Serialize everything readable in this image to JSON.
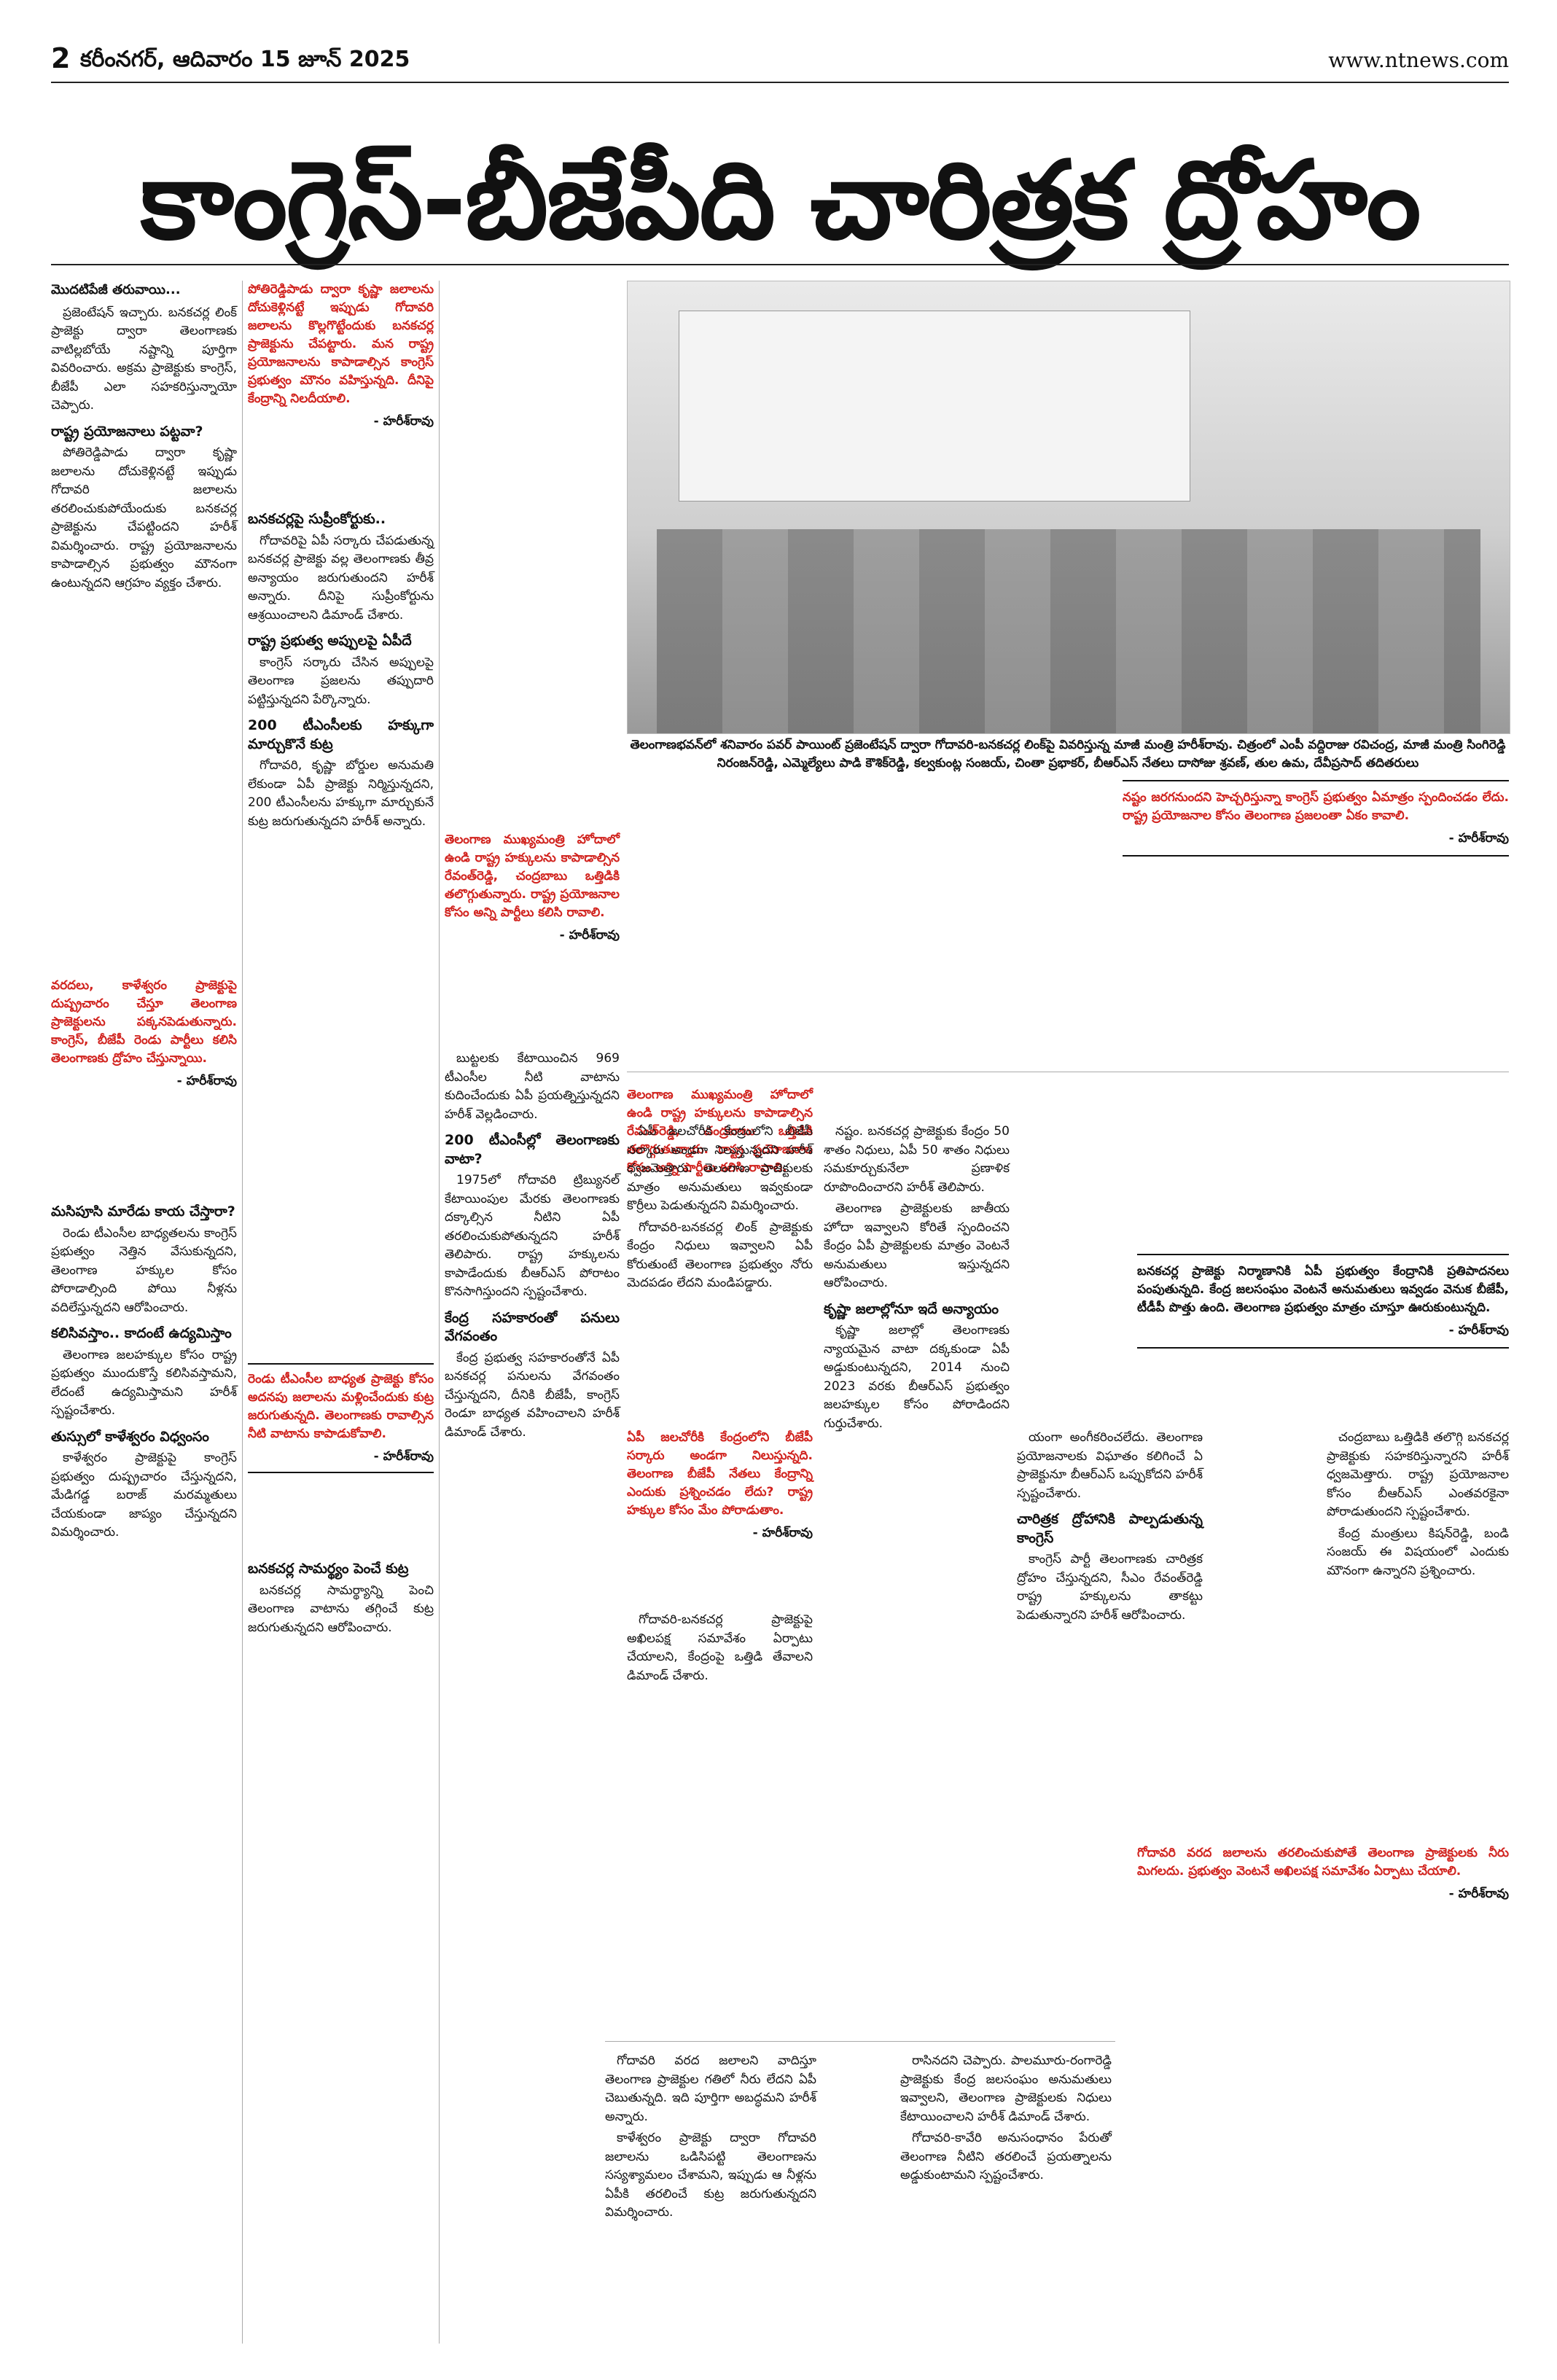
{
  "masthead": {
    "page_number": "2",
    "dateline": "కరీంనగర్, ఆదివారం 15 జూన్ 2025",
    "url": "www.ntnews.com"
  },
  "headline": "కాంగ్రెస్-బీజేపీది చారిత్రక ద్రోహం",
  "photo": {
    "caption": "తెలంగాణభవన్‌లో శనివారం పవర్ పాయింట్ ప్రజెంటేషన్ ద్వారా గోదావరి-బనకచర్ల లింక్‌పై వివరిస్తున్న మాజీ మంత్రి హరీశ్‌రావు. చిత్రంలో ఎంపీ వద్దిరాజు రవిచంద్ర, మాజీ మంత్రి సింగిరెడ్డి నిరంజన్‌రెడ్డి, ఎమ్మెల్యేలు పాడి కౌశిక్‌రెడ్డి, కల్వకుంట్ల సంజయ్, చింతా ప్రభాకర్, బీఆర్‌ఎస్ నేతలు దాసోజు శ్రవణ్, తుల ఉమ, దేవీప్రసాద్ తదితరులు"
  },
  "col1": {
    "kicker": "మొదటిపేజీ తరువాయి...",
    "p1": "ప్రజెంటేషన్ ఇచ్చారు. బనకచర్ల లింక్ ప్రాజెక్టు ద్వారా తెలంగాణకు వాటిల్లబోయే నష్టాన్ని పూర్తిగా వివరించారు. అక్రమ ప్రాజెక్టుకు కాంగ్రెస్, బీజేపీ ఎలా సహకరిస్తున్నాయో చెప్పారు.",
    "h1": "రాష్ట్ర ప్రయోజనాలు పట్టవా?",
    "p2": "పోతిరెడ్డిపాడు ద్వారా కృష్ణా జలాలను దోచుకెళ్లినట్టే ఇప్పుడు గోదావరి జలాలను తరలించుకుపోయేందుకు బనకచర్ల ప్రాజెక్టును చేపట్టిందని హరీశ్ విమర్శించారు. రాష్ట్ర ప్రయోజనాలను కాపాడాల్సిన ప్రభుత్వం మౌనంగా ఉంటున్నదని ఆగ్రహం వ్యక్తం చేశారు.",
    "h2": "మసిపూసి మారేడు కాయ చేస్తారా?",
    "p3": "రెండు టీఎంసీల బాధ్యతలను కాంగ్రెస్ ప్రభుత్వం నెత్తిన వేసుకున్నదని, తెలంగాణ హక్కుల కోసం పోరాడాల్సింది పోయి నీళ్లను వదిలేస్తున్నదని ఆరోపించారు.",
    "h3": "కలిసివస్తాం.. కాదంటే ఉద్యమిస్తాం",
    "p4": "తెలంగాణ జలహక్కుల కోసం రాష్ట్ర ప్రభుత్వం ముందుకొస్తే కలిసివస్తామని, లేదంటే ఉద్యమిస్తామని హరీశ్ స్పష్టంచేశారు.",
    "h4": "తుస్సులో కాళేశ్వరం విధ్వంసం",
    "p5": "కాళేశ్వరం ప్రాజెక్టుపై కాంగ్రెస్ ప్రభుత్వం దుష్ప్రచారం చేస్తున్నదని, మేడిగడ్డ బరాజ్ మరమ్మతులు చేయకుండా జాప్యం చేస్తున్నదని విమర్శించారు."
  },
  "col2": {
    "h1": "బనకచర్లపై సుప్రీంకోర్టుకు..",
    "p1": "గోదావరిపై ఏపీ సర్కారు చేపడుతున్న బనకచర్ల ప్రాజెక్టు వల్ల తెలంగాణకు తీవ్ర అన్యాయం జరుగుతుందని హరీశ్ అన్నారు. దీనిపై సుప్రీంకోర్టును ఆశ్రయించాలని డిమాండ్ చేశారు.",
    "h2": "రాష్ట్ర ప్రభుత్వ అప్పులపై ఏపీదే",
    "p2": "కాంగ్రెస్ సర్కారు చేసిన అప్పులపై తెలంగాణ ప్రజలను తప్పుదారి పట్టిస్తున్నదని పేర్కొన్నారు.",
    "h3": "200 టీఎంసీలకు హక్కుగా మార్చుకొనే కుట్ర",
    "p3": "గోదావరి, కృష్ణా బోర్డుల అనుమతి లేకుండా ఏపీ ప్రాజెక్టు నిర్మిస్తున్నదని, 200 టీఎంసీలను హక్కుగా మార్చుకునే కుట్ర జరుగుతున్నదని హరీశ్ అన్నారు.",
    "h4": "బనకచర్ల సామర్థ్యం పెంచే కుట్ర",
    "p4": "బనకచర్ల సామర్థ్యాన్ని పెంచి తెలంగాణ వాటాను తగ్గించే కుట్ర జరుగుతున్నదని ఆరోపించారు."
  },
  "col3": {
    "p1": "బుట్టలకు కేటాయించిన 969 టీఎంసీల నీటి వాటాను కుదించేందుకు ఏపీ ప్రయత్నిస్తున్నదని హరీశ్ వెల్లడించారు.",
    "h1": "200 టీఎంసీల్లో తెలంగాణకు వాటా?",
    "p2": "1975లో గోదావరి ట్రిబ్యునల్ కేటాయింపుల మేరకు తెలంగాణకు దక్కాల్సిన నీటిని ఏపీ తరలించుకుపోతున్నదని హరీశ్ తెలిపారు. రాష్ట్ర హక్కులను కాపాడేందుకు బీఆర్‌ఎస్ పోరాటం కొనసాగిస్తుందని స్పష్టంచేశారు.",
    "h2": "కేంద్ర సహకారంతో పనులు వేగవంతం",
    "p3": "కేంద్ర ప్రభుత్వ సహకారంతోనే ఏపీ బనకచర్ల పనులను వేగవంతం చేస్తున్నదని, దీనికి బీజేపీ, కాంగ్రెస్ రెండూ బాధ్యత వహించాలని హరీశ్ డిమాండ్ చేశారు."
  },
  "col4": {
    "p1": "ఏపీ జలచోరీకి కేంద్రంలోని బీజేపీ సర్కారు అండగా నిలుస్తున్నదని హరీశ్ ధ్వజమెత్తారు. తెలంగాణ ప్రాజెక్టులకు మాత్రం అనుమతులు ఇవ్వకుండా కొర్రీలు పెడుతున్నదని విమర్శించారు.",
    "p2": "గోదావరి-బనకచర్ల లింక్ ప్రాజెక్టుకు కేంద్రం నిధులు ఇవ్వాలని ఏపీ కోరుతుంటే తెలంగాణ ప్రభుత్వం నోరు మెదపడం లేదని మండిపడ్డారు.",
    "p3": "గోదావరి-బనకచర్ల ప్రాజెక్టుపై అఖిలపక్ష సమావేశం ఏర్పాటు చేయాలని, కేంద్రంపై ఒత్తిడి తేవాలని డిమాండ్ చేశారు."
  },
  "col5": {
    "p1": "నష్టం. బనకచర్ల ప్రాజెక్టుకు కేంద్రం 50 శాతం నిధులు, ఏపీ 50 శాతం నిధులు సమకూర్చుకునేలా ప్రణాళిక రూపొందించారని హరీశ్ తెలిపారు.",
    "p2": "తెలంగాణ ప్రాజెక్టులకు జాతీయ హోదా ఇవ్వాలని కోరితే స్పందించని కేంద్రం ఏపీ ప్రాజెక్టులకు మాత్రం వెంటనే అనుమతులు ఇస్తున్నదని ఆరోపించారు.",
    "h1": "కృష్ణా జలాల్లోనూ ఇదే అన్యాయం",
    "p3": "కృష్ణా జలాల్లో తెలంగాణకు న్యాయమైన వాటా దక్కకుండా ఏపీ అడ్డుకుంటున్నదని, 2014 నుంచి 2023 వరకు బీఆర్‌ఎస్ ప్రభుత్వం జలహక్కుల కోసం పోరాడిందని గుర్తుచేశారు."
  },
  "col6": {
    "p1": "యంగా అంగీకరించలేదు. తెలంగాణ ప్రయోజనాలకు విఘాతం కలిగించే ఏ ప్రాజెక్టునూ బీఆర్‌ఎస్ ఒప్పుకోదని హరీశ్ స్పష్టంచేశారు.",
    "h1": "చారిత్రక ద్రోహానికి పాల్పడుతున్న కాంగ్రెస్",
    "p2": "కాంగ్రెస్ పార్టీ తెలంగాణకు చారిత్రక ద్రోహం చేస్తున్నదని, సీఎం రేవంత్‌రెడ్డి రాష్ట్ర హక్కులను తాకట్టు పెడుతున్నారని హరీశ్ ఆరోపించారు."
  },
  "col7": {
    "p1": "చంద్రబాబు ఒత్తిడికి తలొగ్గి బనకచర్ల ప్రాజెక్టుకు సహకరిస్తున్నారని హరీశ్ ధ్వజమెత్తారు. రాష్ట్ర ప్రయోజనాల కోసం బీఆర్‌ఎస్ ఎంతవరకైనా పోరాడుతుందని స్పష్టంచేశారు.",
    "p2": "కేంద్ర మంత్రులు కిషన్‌రెడ్డి, బండి సంజయ్ ఈ విషయంలో ఎందుకు మౌనంగా ఉన్నారని ప్రశ్నించారు."
  },
  "col8": {
    "p1": "గోదావరి వరద జలాలని వాదిస్తూ తెలంగాణ ప్రాజెక్టుల గతిలో నీరు లేదని ఏపీ చెబుతున్నది. ఇది పూర్తిగా అబద్ధమని హరీశ్ అన్నారు.",
    "p2": "కాళేశ్వరం ప్రాజెక్టు ద్వారా గోదావరి జలాలను ఒడిసిపట్టి తెలంగాణను సస్యశ్యామలం చేశామని, ఇప్పుడు ఆ నీళ్లను ఏపీకి తరలించే కుట్ర జరుగుతున్నదని విమర్శించారు."
  },
  "col9": {
    "p1": "రాసినదని చెప్పారు. పాలమూరు-రంగారెడ్డి ప్రాజెక్టుకు కేంద్ర జలసంఘం అనుమతులు ఇవ్వాలని, తెలంగాణ ప్రాజెక్టులకు నిధులు కేటాయించాలని హరీశ్ డిమాండ్ చేశారు.",
    "p2": "గోదావరి-కావేరి అనుసంధానం పేరుతో తెలంగాణ నీటిని తరలించే ప్రయత్నాలను అడ్డుకుంటామని స్పష్టంచేశారు."
  },
  "quotes": {
    "q1": "పోతిరెడ్డిపాడు ద్వారా కృష్ణా జలాలను దోచుకెళ్లినట్టే ఇప్పుడు గోదావరి జలాలను కొల్లగొట్టేందుకు బనకచర్ల ప్రాజెక్టును చేపట్టారు. మన రాష్ట్ర ప్రయోజనాలను కాపాడాల్సిన కాంగ్రెస్ ప్రభుత్వం మౌనం వహిస్తున్నది. దీనిపై కేంద్రాన్ని నిలదీయాలి.",
    "q2": "వరదలు, కాళేశ్వరం ప్రాజెక్టుపై దుష్ప్రచారం చేస్తూ తెలంగాణ ప్రాజెక్టులను పక్కనపెడుతున్నారు. కాంగ్రెస్, బీజేపీ రెండు పార్టీలు కలిసి తెలంగాణకు ద్రోహం చేస్తున్నాయి.",
    "q3": "తెలంగాణ ముఖ్యమంత్రి హోదాలో ఉండి రాష్ట్ర హక్కులను కాపాడాల్సిన రేవంత్‌రెడ్డి, చంద్రబాబు ఒత్తిడికి తలొగ్గుతున్నారు. రాష్ట్ర ప్రయోజనాల కోసం అన్ని పార్టీలు కలిసి రావాలి.",
    "q4": "రెండు టీఎంసీల బాధ్యత ప్రాజెక్టు కోసం అదనపు జలాలను మళ్లించేందుకు కుట్ర జరుగుతున్నది. తెలంగాణకు రావాల్సిన నీటి వాటాను కాపాడుకోవాలి.",
    "q5": "ఏపీ జలచోరీకి కేంద్రంలోని బీజేపీ సర్కారు అండగా నిలుస్తున్నది. తెలంగాణ బీజేపీ నేతలు కేంద్రాన్ని ఎందుకు ప్రశ్నించడం లేదు? రాష్ట్ర హక్కుల కోసం మేం పోరాడుతాం.",
    "q6": "గోదావరి వరద జలాలను తరలించుకుపోతే తెలంగాణ ప్రాజెక్టులకు నీరు మిగలదు. ప్రభుత్వం వెంటనే అఖిలపక్ష సమావేశం ఏర్పాటు చేయాలి.",
    "byline": "- హరీశ్‌రావు"
  },
  "highlight": {
    "h1": "నష్టం జరగనుందని హెచ్చరిస్తున్నా కాంగ్రెస్ ప్రభుత్వం ఏమాత్రం స్పందించడం లేదు. రాష్ట్ర ప్రయోజనాల కోసం తెలంగాణ ప్రజలంతా ఏకం కావాలి.",
    "h2": "బనకచర్ల ప్రాజెక్టు నిర్మాణానికి ఏపీ ప్రభుత్వం కేంద్రానికి ప్రతిపాదనలు పంపుతున్నది. కేంద్ర జలసంఘం వెంటనే అనుమతులు ఇవ్వడం వెనుక బీజేపీ, టీడీపీ పొత్తు ఉంది. తెలంగాణ ప్రభుత్వం మాత్రం చూస్తూ ఊరుకుంటున్నది.",
    "byline": "- హరీశ్‌రావు"
  }
}
